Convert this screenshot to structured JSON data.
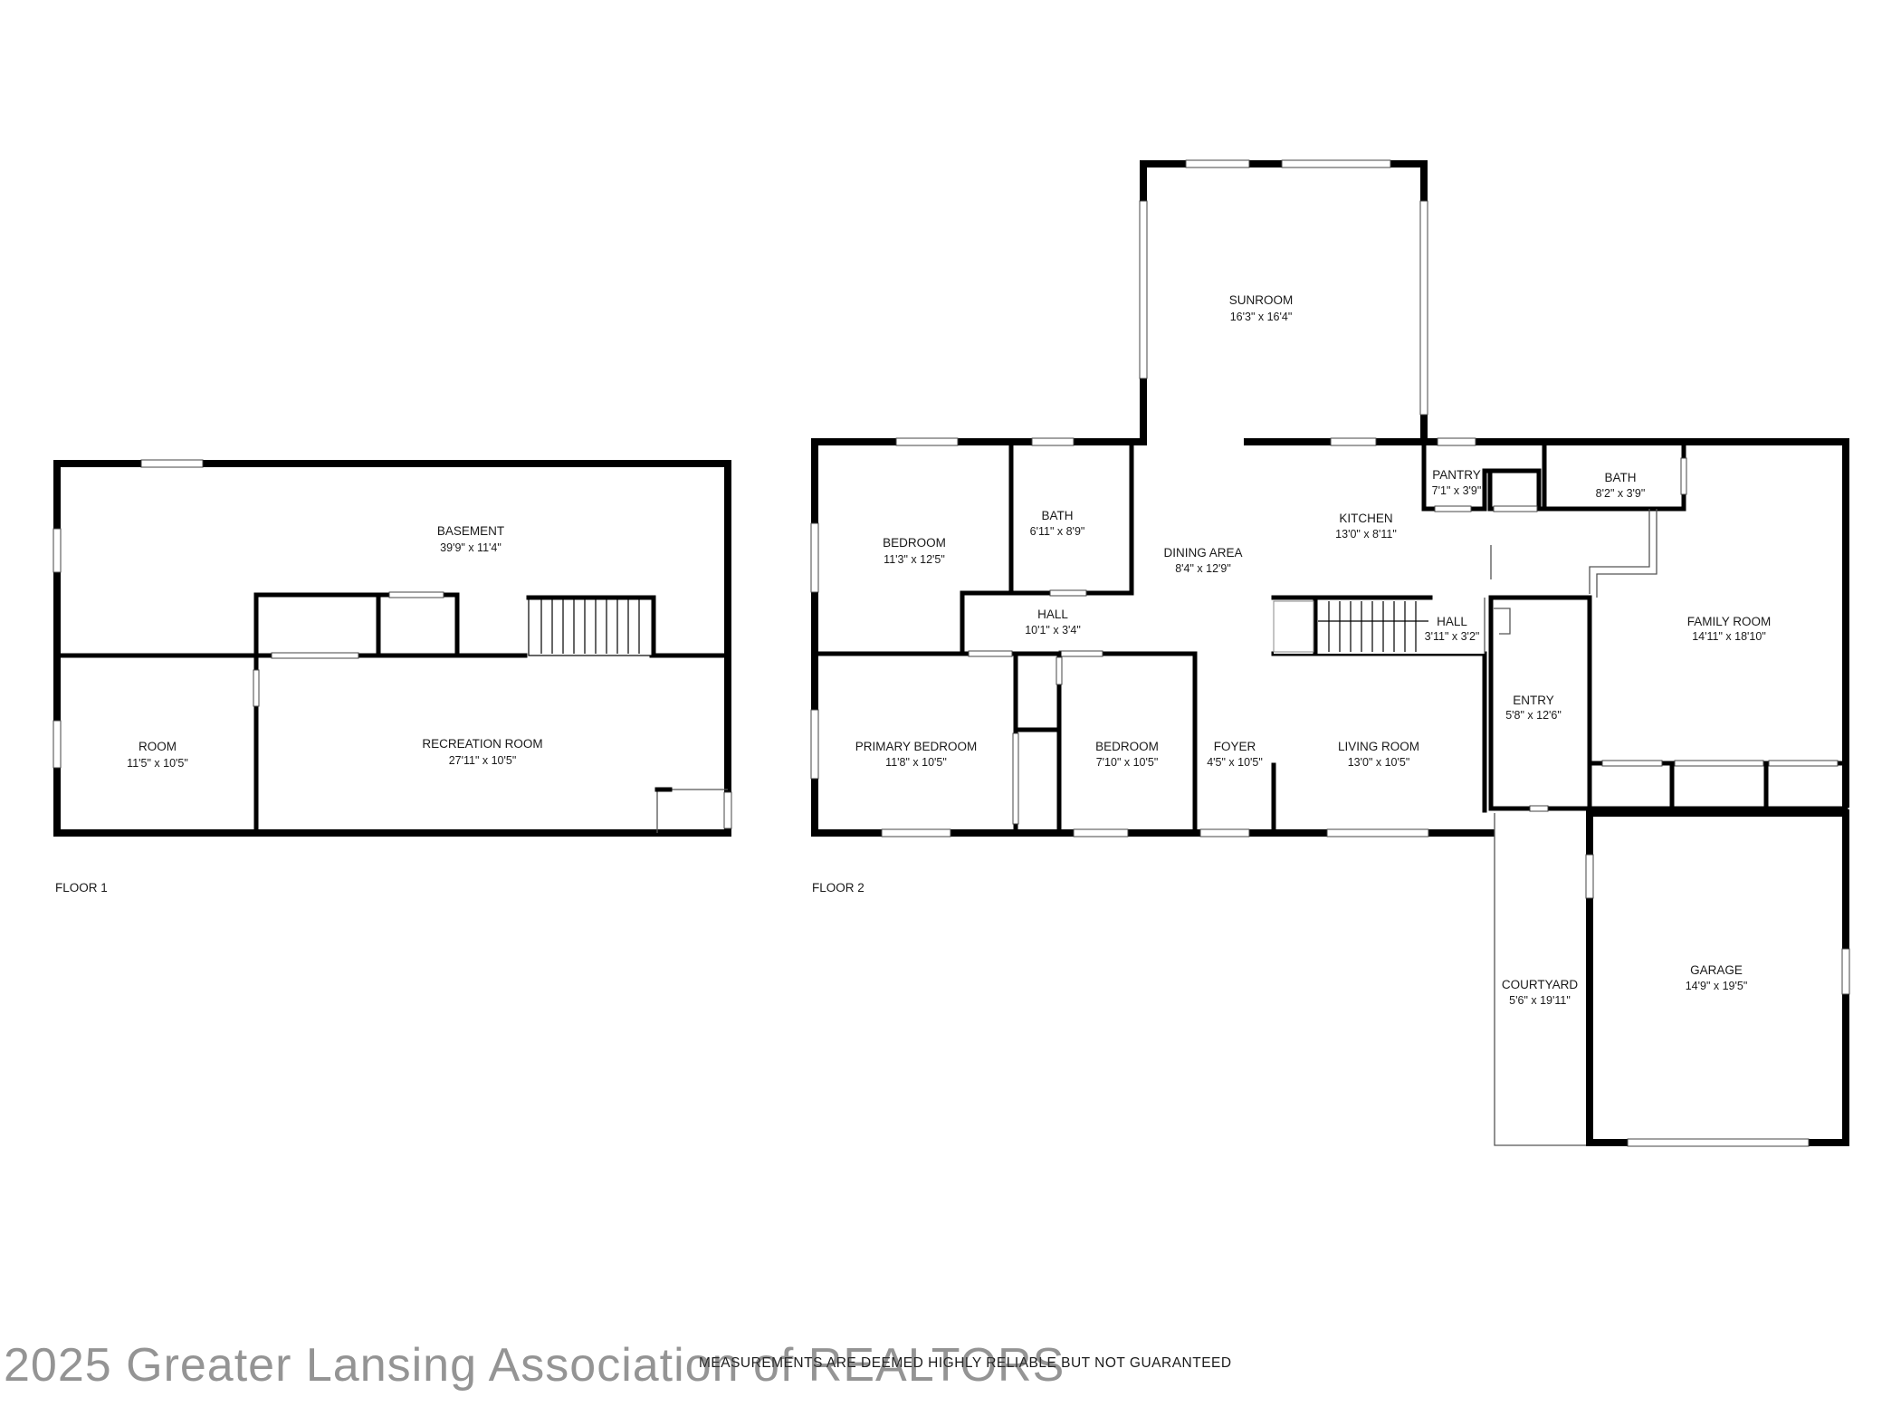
{
  "floors": [
    {
      "label": "FLOOR 1"
    },
    {
      "label": "FLOOR 2"
    }
  ],
  "rooms": {
    "basement": {
      "name": "BASEMENT",
      "dims": "39'9\" x 11'4\""
    },
    "room": {
      "name": "ROOM",
      "dims": "11'5\" x 10'5\""
    },
    "recreation": {
      "name": "RECREATION ROOM",
      "dims": "27'11\" x 10'5\""
    },
    "sunroom": {
      "name": "SUNROOM",
      "dims": "16'3\" x 16'4\""
    },
    "bedroom1": {
      "name": "BEDROOM",
      "dims": "11'3\" x 12'5\""
    },
    "bath1": {
      "name": "BATH",
      "dims": "6'11\" x 8'9\""
    },
    "dining": {
      "name": "DINING AREA",
      "dims": "8'4\" x 12'9\""
    },
    "kitchen": {
      "name": "KITCHEN",
      "dims": "13'0\" x 8'11\""
    },
    "pantry": {
      "name": "PANTRY",
      "dims": "7'1\" x 3'9\""
    },
    "bath2": {
      "name": "BATH",
      "dims": "8'2\" x 3'9\""
    },
    "hall1": {
      "name": "HALL",
      "dims": "10'1\" x 3'4\""
    },
    "hall2": {
      "name": "HALL",
      "dims": "3'11\" x 3'2\""
    },
    "family": {
      "name": "FAMILY ROOM",
      "dims": "14'11\" x 18'10\""
    },
    "entry": {
      "name": "ENTRY",
      "dims": "5'8\" x 12'6\""
    },
    "primary": {
      "name": "PRIMARY BEDROOM",
      "dims": "11'8\" x 10'5\""
    },
    "bedroom2": {
      "name": "BEDROOM",
      "dims": "7'10\" x 10'5\""
    },
    "foyer": {
      "name": "FOYER",
      "dims": "4'5\" x 10'5\""
    },
    "living": {
      "name": "LIVING ROOM",
      "dims": "13'0\" x 10'5\""
    },
    "courtyard": {
      "name": "COURTYARD",
      "dims": "5'6\" x 19'11\""
    },
    "garage": {
      "name": "GARAGE",
      "dims": "14'9\" x 19'5\""
    }
  },
  "footer": {
    "watermark": "2025 Greater Lansing Association of REALTORS",
    "disclaimer": "MEASUREMENTS ARE DEEMED HIGHLY RELIABLE BUT NOT GUARANTEED"
  }
}
